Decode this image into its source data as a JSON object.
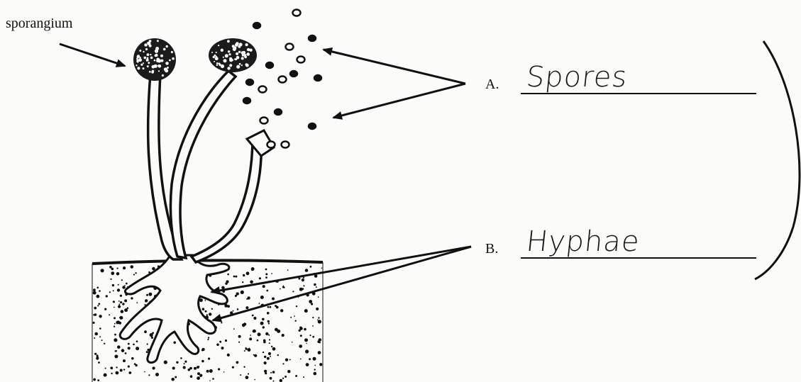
{
  "diagram": {
    "sporangium_label": "sporangium",
    "parts": [
      {
        "letter": "A.",
        "answer": "Spores"
      },
      {
        "letter": "B.",
        "answer": "Hyphae"
      }
    ]
  },
  "colors": {
    "ink": "#111111",
    "paper": "#fbfbf9"
  }
}
